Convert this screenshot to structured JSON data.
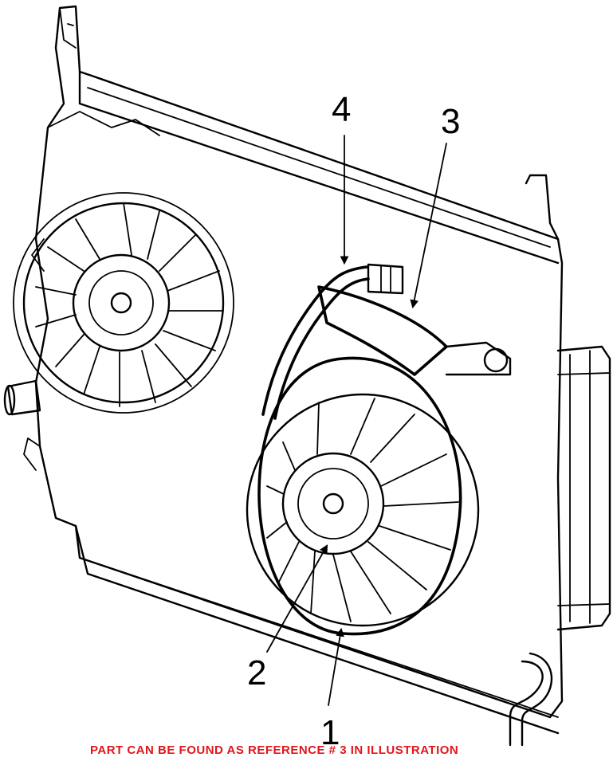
{
  "callouts": {
    "ref1": "1",
    "ref2": "2",
    "ref3": "3",
    "ref4": "4"
  },
  "footer": {
    "note": "PART CAN BE FOUND AS REFERENCE # 3 IN ILLUSTRATION",
    "note_color": "#e0161b"
  },
  "line_color": "#000000",
  "background_color": "#ffffff"
}
